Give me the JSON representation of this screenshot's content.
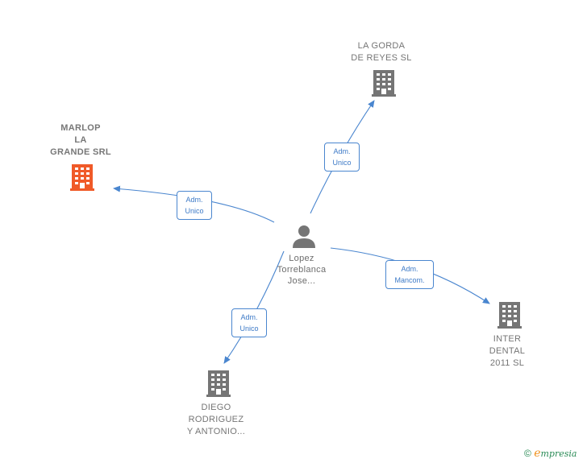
{
  "center": {
    "name": "Lopez\nTorreblanca\nJose..."
  },
  "companies": [
    {
      "id": "la-gorda",
      "name": "LA GORDA\nDE REYES  SL",
      "color": "#757575",
      "highlight": false
    },
    {
      "id": "marlop",
      "name": "MARLOP\nLA\nGRANDE SRL",
      "color": "#f05a28",
      "highlight": true
    },
    {
      "id": "inter-dental",
      "name": "INTER\nDENTAL\n2011 SL",
      "color": "#757575",
      "highlight": false
    },
    {
      "id": "diego",
      "name": "DIEGO\nRODRIGUEZ\nY ANTONIO...",
      "color": "#757575",
      "highlight": false
    }
  ],
  "relations": [
    {
      "to": "la-gorda",
      "label": "Adm.\nUnico"
    },
    {
      "to": "marlop",
      "label": "Adm.\nUnico"
    },
    {
      "to": "inter-dental",
      "label": "Adm.\nMancom."
    },
    {
      "to": "diego",
      "label": "Adm.\nUnico"
    }
  ],
  "colors": {
    "edge": "#4a86cf",
    "person_icon": "#757575"
  },
  "icons": {
    "company": "building-icon",
    "person": "person-icon"
  },
  "footer": {
    "copyright": "©",
    "brand_initial": "e",
    "brand_rest": "mpresia"
  }
}
